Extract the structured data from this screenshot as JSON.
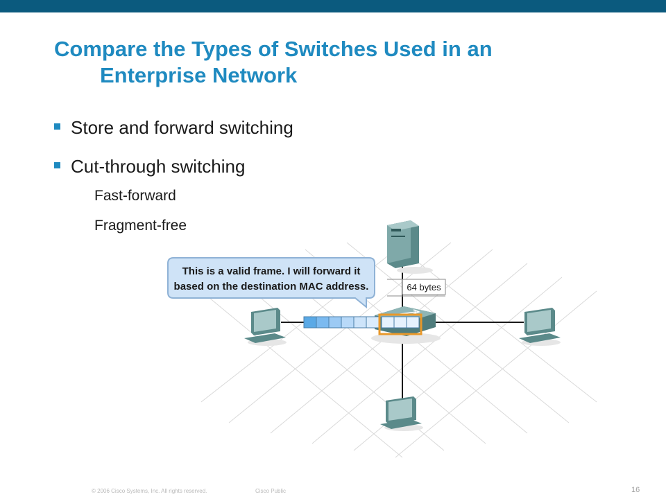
{
  "slide": {
    "title_line1": "Compare the Types of Switches Used in an",
    "title_line2": "Enterprise Network",
    "bullets": [
      {
        "label": "Store and forward switching"
      },
      {
        "label": "Cut-through switching"
      }
    ],
    "sub_bullets": [
      "Fast-forward",
      "Fragment-free"
    ]
  },
  "diagram": {
    "callout_line1": "This is a valid frame. I will forward it",
    "callout_line2": "based on the destination MAC address.",
    "size_label": "64 bytes"
  },
  "footer": {
    "copyright": "© 2006 Cisco Systems, Inc. All rights reserved.",
    "classification": "Cisco Public",
    "page_number": "16"
  },
  "colors": {
    "top_bar": "#0b5a7e",
    "title": "#1f8ac0",
    "highlight": "#e8982a"
  }
}
